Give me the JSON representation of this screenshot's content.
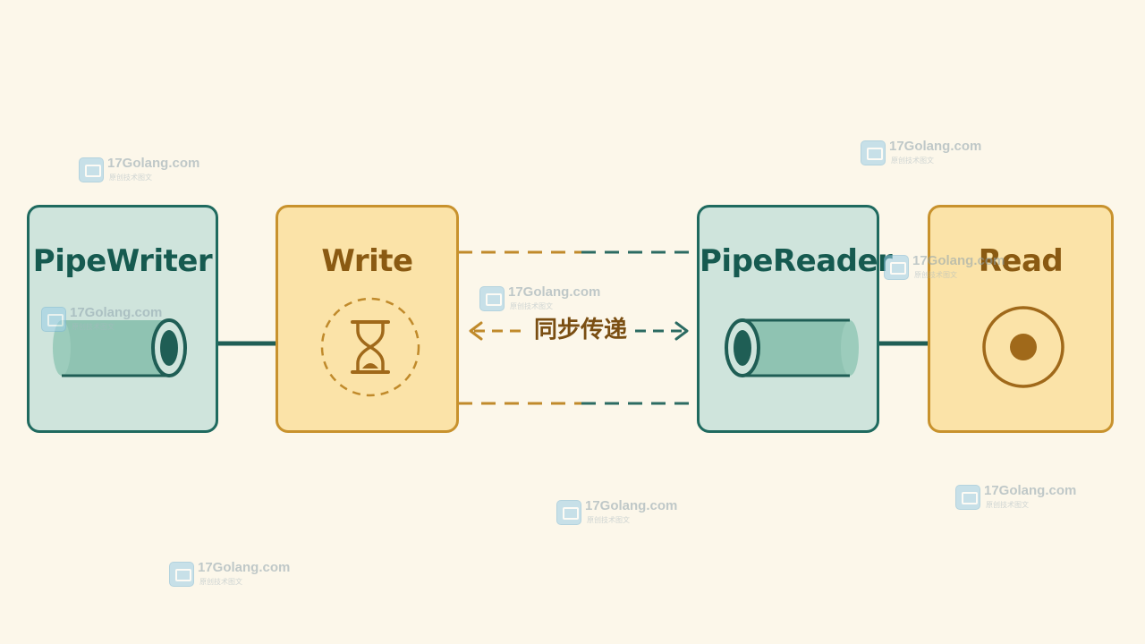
{
  "diagram": {
    "nodes": {
      "pipe_writer": {
        "title": "PipeWriter"
      },
      "write": {
        "title": "Write"
      },
      "pipe_reader": {
        "title": "PipeReader"
      },
      "read": {
        "title": "Read"
      }
    },
    "sync_label": "同步传递"
  },
  "watermark": {
    "site": "17Golang.com",
    "tagline": "原创技术图文"
  },
  "colors": {
    "background": "#fcf7ea",
    "teal_fill": "#cfe4dc",
    "teal_stroke": "#1f6a5f",
    "amber_fill": "#fbe3a8",
    "amber_stroke": "#c8922d",
    "label_brown": "#7a4e12"
  }
}
